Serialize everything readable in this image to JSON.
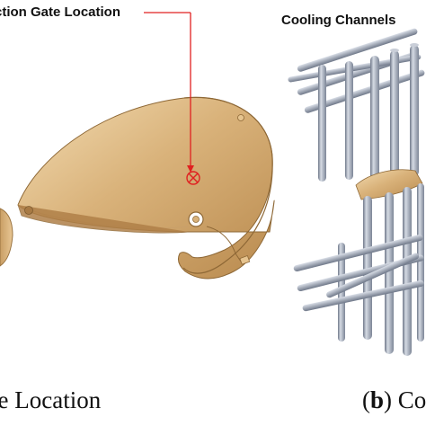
{
  "labels": {
    "gate": "ction Gate Location",
    "cooling": "Cooling Channels"
  },
  "captions": {
    "a_text": "te Location",
    "b_letter": "b",
    "b_text": "Co"
  },
  "colors": {
    "part_light": "#f1d6a8",
    "part_dark": "#b98a4e",
    "arrow": "#e02020",
    "channel": "#8e98a8"
  },
  "icons": {
    "gate_marker": "circle-x-icon"
  }
}
